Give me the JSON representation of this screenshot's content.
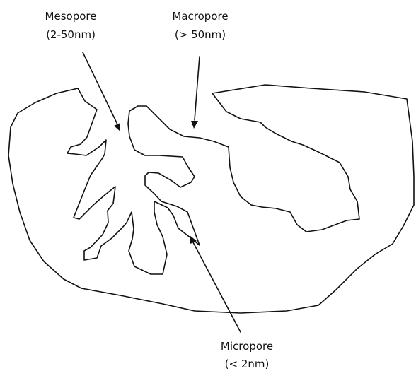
{
  "labels": {
    "mesopore": {
      "name": "Mesopore",
      "size": "(2-50nm)"
    },
    "macropore": {
      "name": "Macropore",
      "size": "(> 50nm)"
    },
    "micropore": {
      "name": "Micropore",
      "size": "(< 2nm)"
    }
  },
  "colors": {
    "stroke": "#111111",
    "background": "#ffffff"
  }
}
